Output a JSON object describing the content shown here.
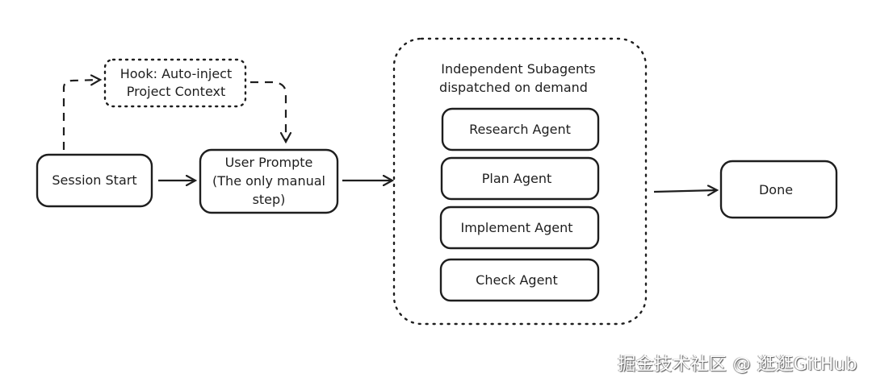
{
  "nodes": {
    "session_start": "Session Start",
    "hook": [
      "Hook: Auto-inject",
      "Project Context"
    ],
    "user_prompt": [
      "User Prompte",
      "(The only manual",
      "step)"
    ],
    "subagents_group_title": [
      "Independent Subagents",
      "dispatched on demand"
    ],
    "agents": [
      "Research Agent",
      "Plan Agent",
      "Implement Agent",
      "Check Agent"
    ],
    "done": "Done"
  },
  "edges": [
    {
      "from": "session_start",
      "to": "hook",
      "style": "dashed"
    },
    {
      "from": "hook",
      "to": "user_prompt",
      "style": "dashed"
    },
    {
      "from": "session_start",
      "to": "user_prompt",
      "style": "solid"
    },
    {
      "from": "user_prompt",
      "to": "subagents_group",
      "style": "solid"
    },
    {
      "from": "subagents_group",
      "to": "done",
      "style": "solid"
    }
  ],
  "watermark": "掘金技术社区 @ 逛逛GitHub",
  "colors": {
    "stroke": "#1e1e1e",
    "background": "#ffffff"
  }
}
